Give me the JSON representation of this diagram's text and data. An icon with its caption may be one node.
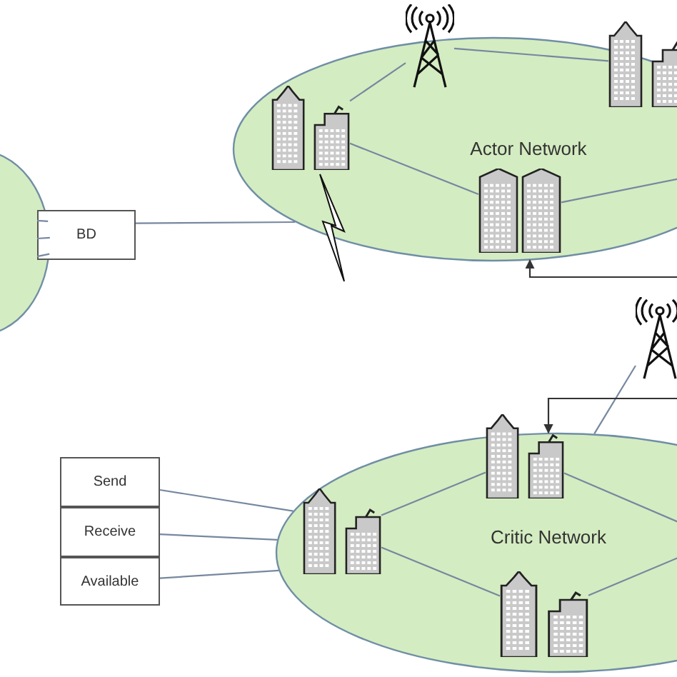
{
  "diagram": {
    "nodes": [
      {
        "text": [],
        "shape": "ellipse"
      },
      {
        "text": [
          "BD"
        ]
      },
      {
        "text": [
          "Actor Network"
        ]
      },
      {
        "text": [],
        "shape": "building",
        "in": 2
      },
      {
        "text": [],
        "shape": "tower"
      },
      {
        "text": [],
        "shape": "building",
        "in": 2
      },
      {
        "text": [],
        "shape": "building",
        "in": 2
      },
      {
        "text": [],
        "shape": "tower"
      },
      {
        "text": [
          "Critic Network"
        ]
      },
      {
        "text": [],
        "shape": "building"
      },
      {
        "text": [],
        "shape": "building",
        "in": 8
      },
      {
        "text": [],
        "shape": "building",
        "in": 8
      },
      {
        "text": [
          "Send"
        ]
      },
      {
        "text": [
          "Receive"
        ]
      },
      {
        "text": [
          "Available"
        ]
      }
    ],
    "edges": [
      {
        "from": 0,
        "to": 1,
        "arrow": "none"
      },
      {
        "from": 0,
        "to": 1,
        "arrow": "none"
      },
      {
        "from": 0,
        "to": 1,
        "arrow": "none"
      },
      {
        "from": 1,
        "to": 2,
        "arrow": "none"
      },
      {
        "from": 3,
        "to": 4,
        "arrow": "none"
      },
      {
        "from": 4,
        "to": 5,
        "arrow": "none"
      },
      {
        "from": 3,
        "to": 6,
        "arrow": "none"
      },
      {
        "from": 6,
        "to": null,
        "arrow": "none"
      },
      {
        "from": null,
        "to": 2,
        "arrow": "to",
        "color": "#333333"
      },
      {
        "from": 7,
        "to": 8,
        "arrow": "none"
      },
      {
        "from": null,
        "to": 8,
        "arrow": "to",
        "color": "#333333"
      },
      {
        "from": 10,
        "to": 9,
        "arrow": "none"
      },
      {
        "from": 10,
        "to": 11,
        "arrow": "none"
      },
      {
        "from": 9,
        "to": null,
        "arrow": "none"
      },
      {
        "from": 11,
        "to": null,
        "arrow": "none"
      },
      {
        "from": 12,
        "to": 8,
        "arrow": "none"
      },
      {
        "from": 13,
        "to": 8,
        "arrow": "none"
      },
      {
        "from": 14,
        "to": 8,
        "arrow": "none"
      }
    ]
  }
}
